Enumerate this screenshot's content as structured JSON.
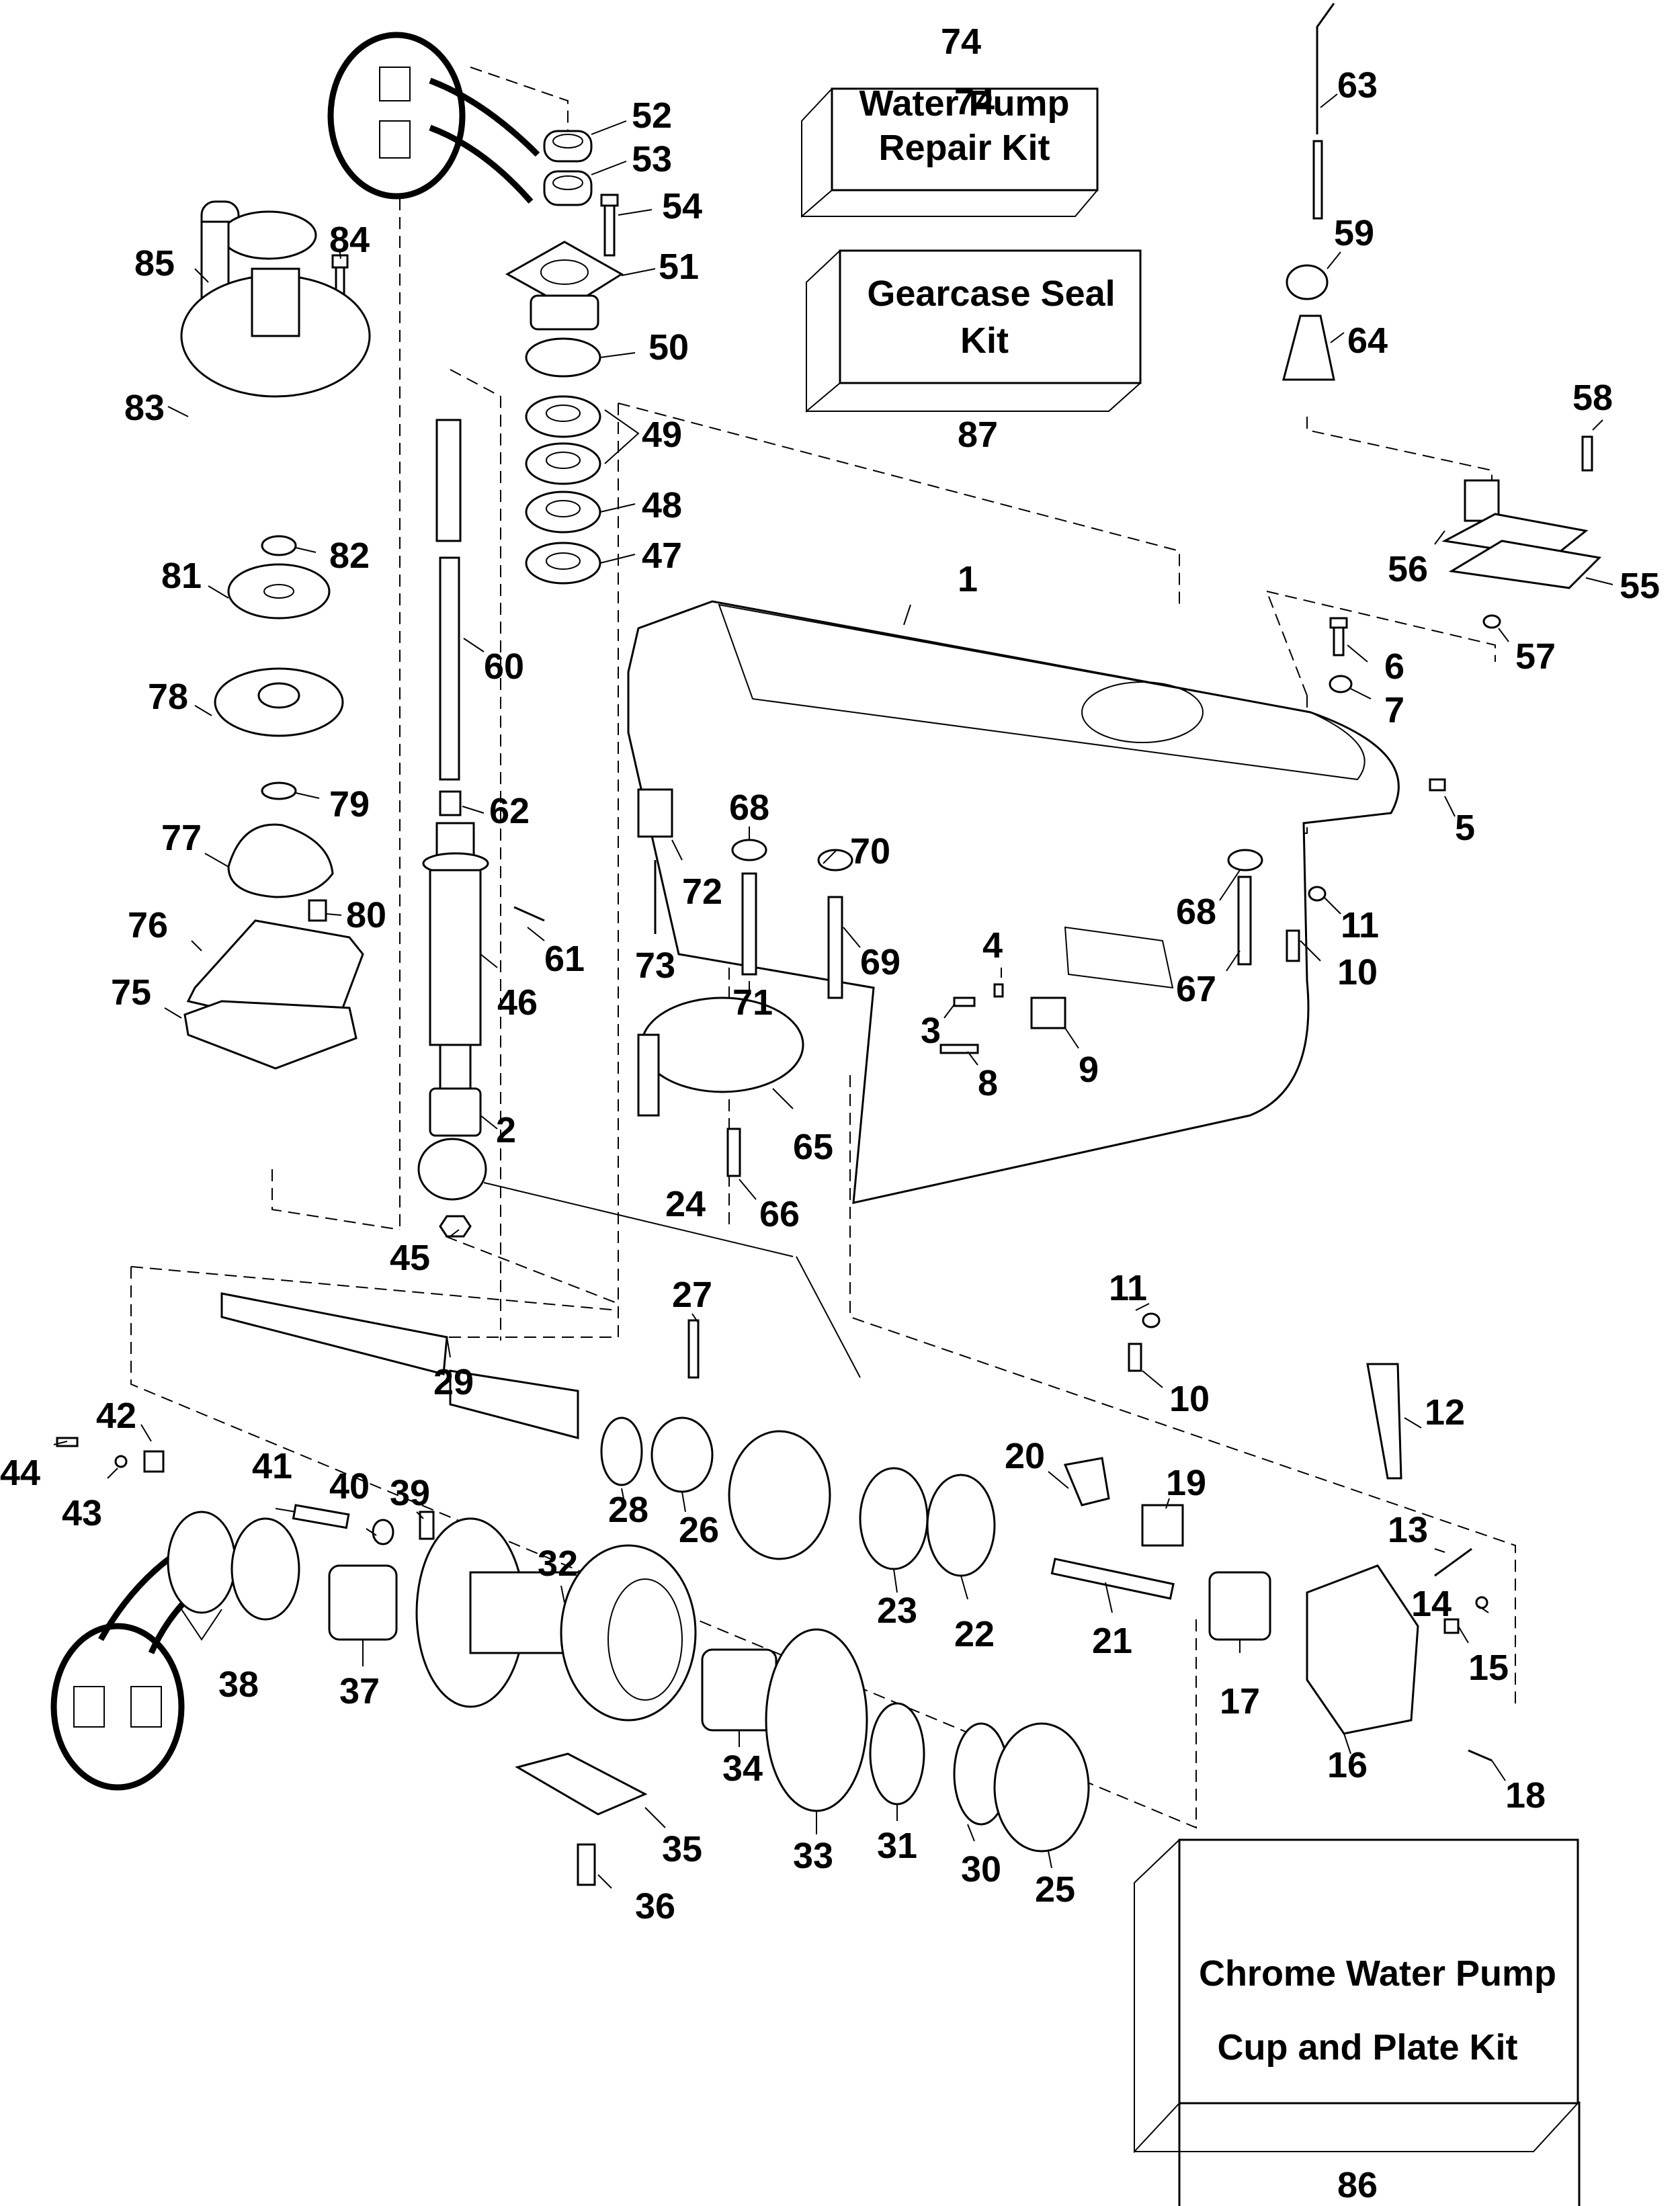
{
  "diagram": {
    "type": "exploded parts diagram",
    "subject": "outboard gearcase assembly",
    "kits": [
      {
        "number": "74",
        "line1": "Water Pump",
        "line2": "Repair Kit"
      },
      {
        "number": "87",
        "line1": "Gearcase Seal",
        "line2": "Kit"
      },
      {
        "number": "86",
        "line1": "Chrome Water Pump",
        "line2": "Cup and Plate Kit"
      }
    ],
    "callouts": [
      "1",
      "2",
      "3",
      "4",
      "5",
      "6",
      "7",
      "8",
      "9",
      "10",
      "10",
      "11",
      "11",
      "12",
      "13",
      "14",
      "15",
      "16",
      "17",
      "18",
      "19",
      "20",
      "21",
      "22",
      "23",
      "24",
      "25",
      "26",
      "27",
      "28",
      "29",
      "30",
      "31",
      "32",
      "33",
      "34",
      "35",
      "36",
      "37",
      "38",
      "39",
      "40",
      "41",
      "42",
      "43",
      "44",
      "45",
      "46",
      "47",
      "48",
      "49",
      "50",
      "51",
      "52",
      "53",
      "54",
      "55",
      "56",
      "57",
      "58",
      "59",
      "60",
      "61",
      "62",
      "63",
      "64",
      "65",
      "66",
      "67",
      "68",
      "68",
      "69",
      "70",
      "71",
      "72",
      "73",
      "75",
      "76",
      "77",
      "78",
      "79",
      "80",
      "81",
      "82",
      "83",
      "84",
      "85"
    ]
  }
}
